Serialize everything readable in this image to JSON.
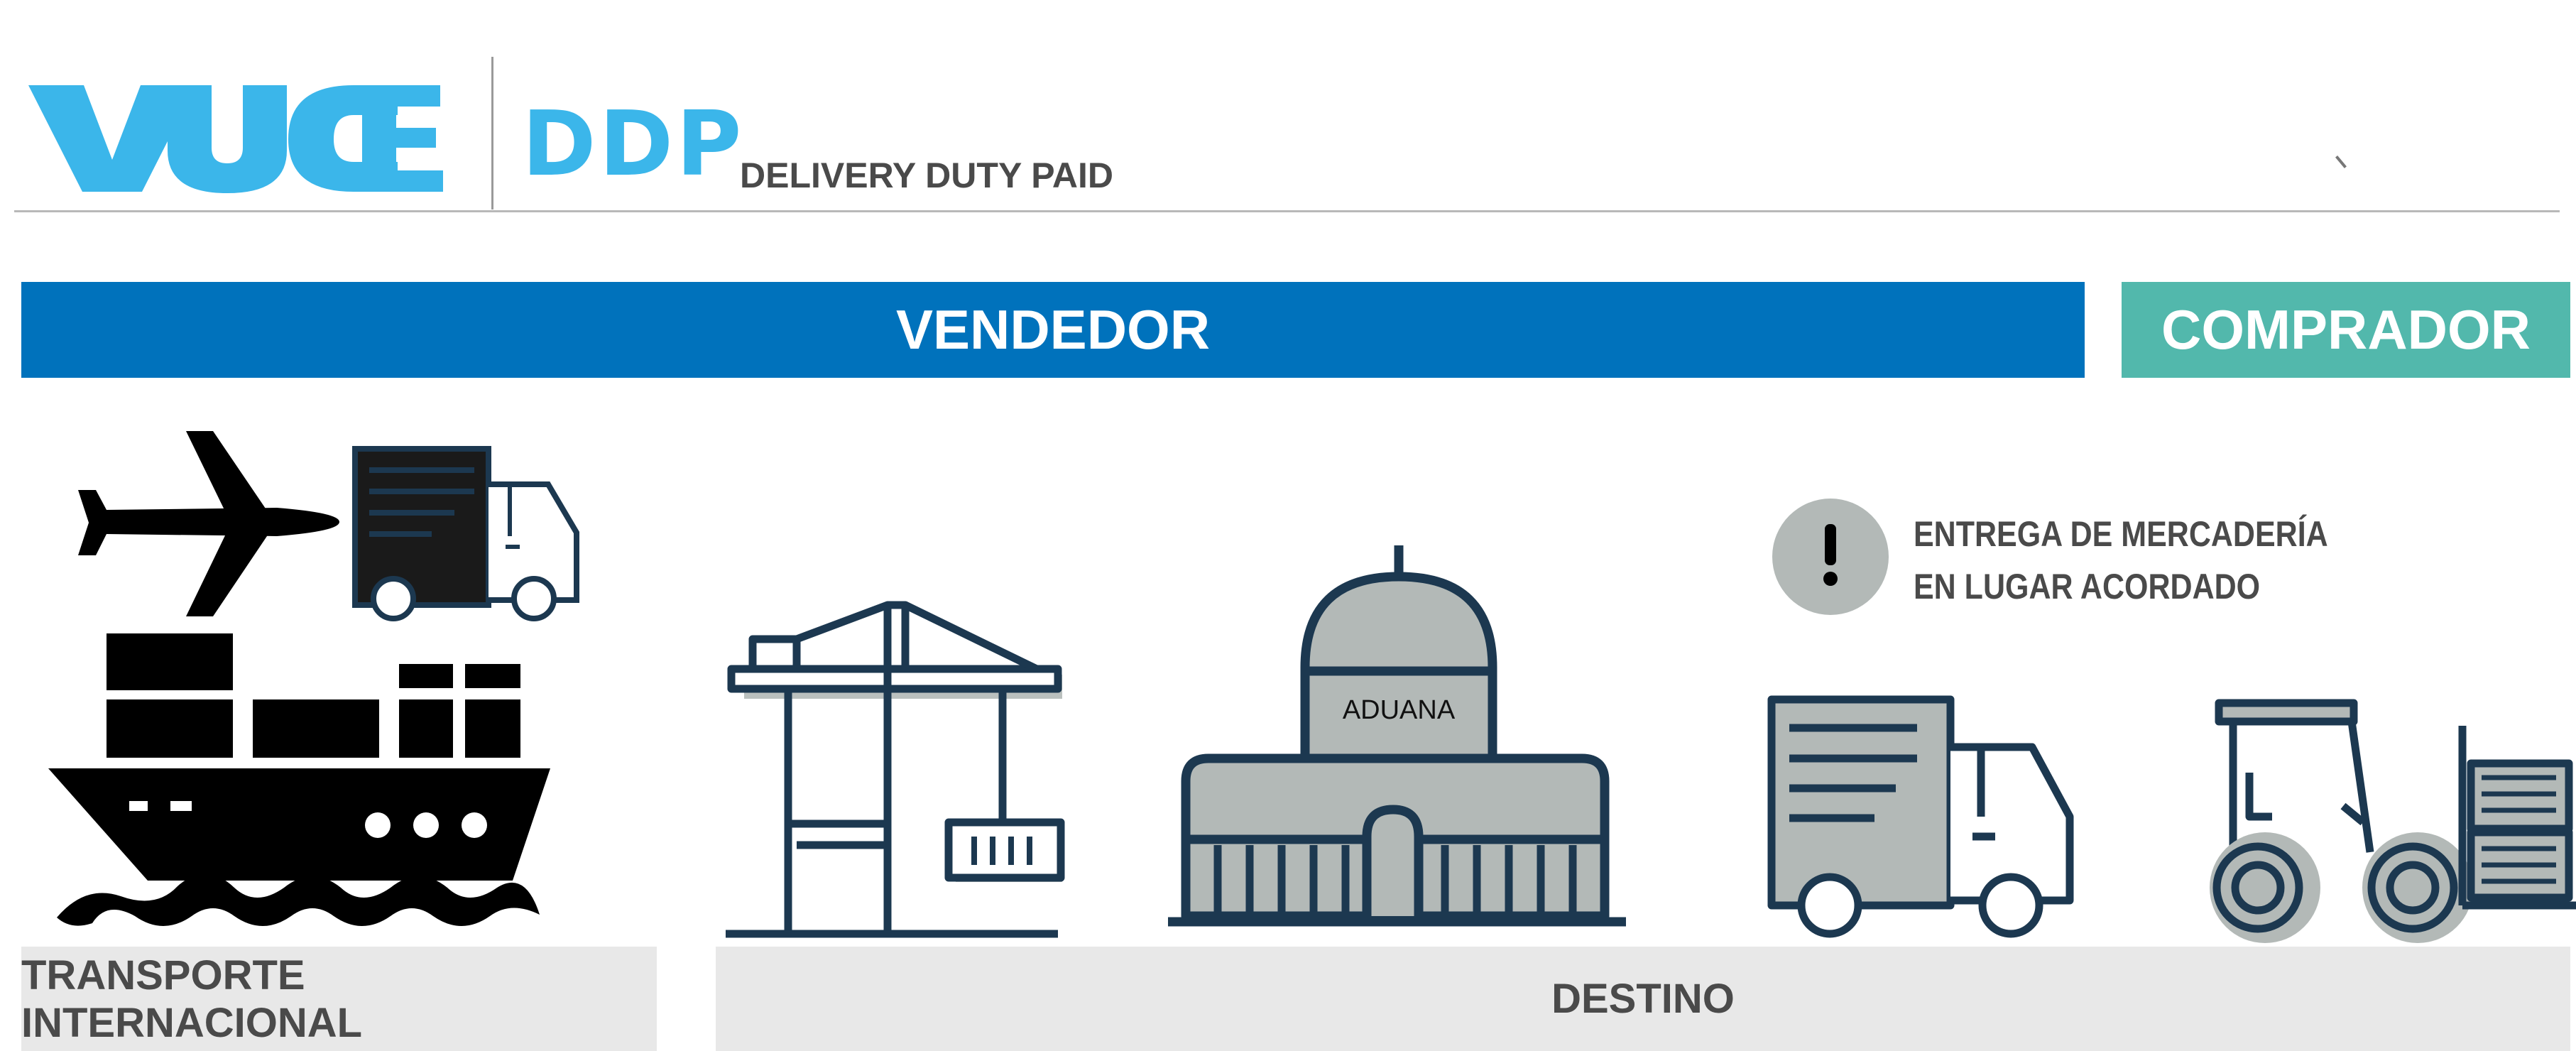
{
  "header": {
    "logo_text": "VUCE",
    "term_code": "DDP",
    "term_name": "DELIVERY DUTY PAID"
  },
  "roles": {
    "seller": "VENDEDOR",
    "buyer": "COMPRADOR"
  },
  "notice": {
    "icon": "exclamation-icon",
    "line1": "ENTREGA DE MERCADERÍA",
    "line2": "EN LUGAR ACORDADO"
  },
  "customs_label": "ADUANA",
  "stages": {
    "international_transport": "TRANSPORTE INTERNACIONAL",
    "destination": "DESTINO"
  },
  "colors": {
    "brand_blue": "#3bb6ea",
    "seller_blue": "#0072bc",
    "buyer_teal": "#52b8ac",
    "icon_navy": "#1c3850",
    "icon_gray": "#b3b9b7"
  }
}
